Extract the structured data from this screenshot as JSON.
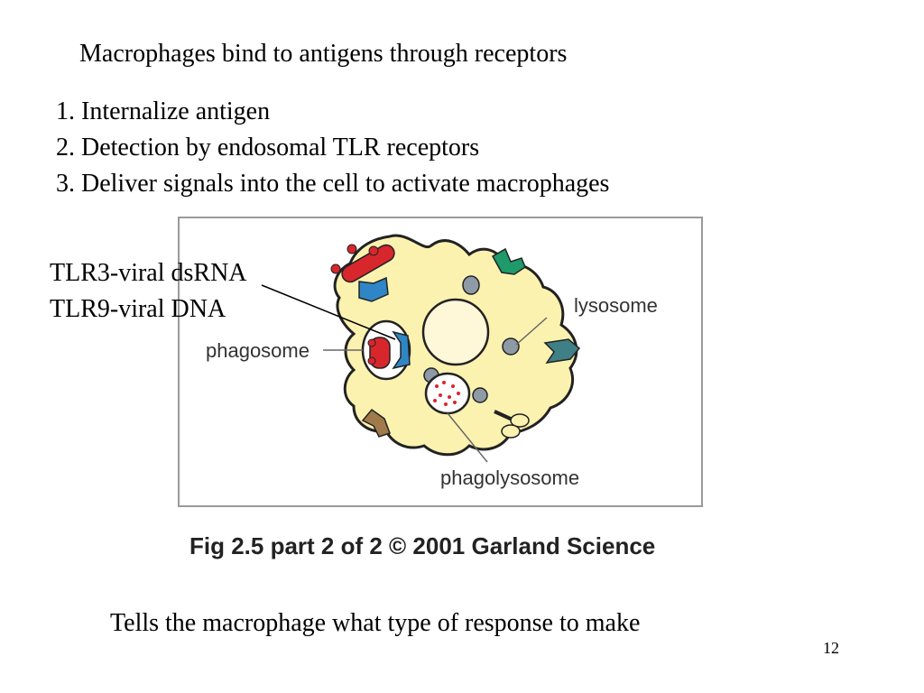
{
  "slide": {
    "title": "Macrophages bind to antigens through receptors",
    "steps": [
      "1. Internalize antigen",
      "2. Detection by endosomal TLR receptors",
      "3. Deliver signals into the cell to activate macrophages"
    ],
    "tlr_labels": [
      "TLR3-viral dsRNA",
      "TLR9-viral DNA"
    ],
    "bottom_text": "Tells the macrophage what type of response to make",
    "page_number": "12"
  },
  "figure": {
    "labels": {
      "phagosome": "phagosome",
      "lysosome": "lysosome",
      "phagolysosome": "phagolysosome"
    },
    "caption": "Fig 2.5 part 2 of 2  © 2001 Garland Science",
    "colors": {
      "cell": "#FBF2B0",
      "cell_outline": "#222222",
      "nucleus": "#FEF8D8",
      "bacterium": "#D8262D",
      "receptor_blue": "#2F86C6",
      "receptor_green": "#1E9A6B",
      "receptor_teal": "#3F7F86",
      "receptor_brown": "#A07A4A",
      "lysosome_gray": "#8E9AA6",
      "frame": "#9A9A9A"
    }
  }
}
